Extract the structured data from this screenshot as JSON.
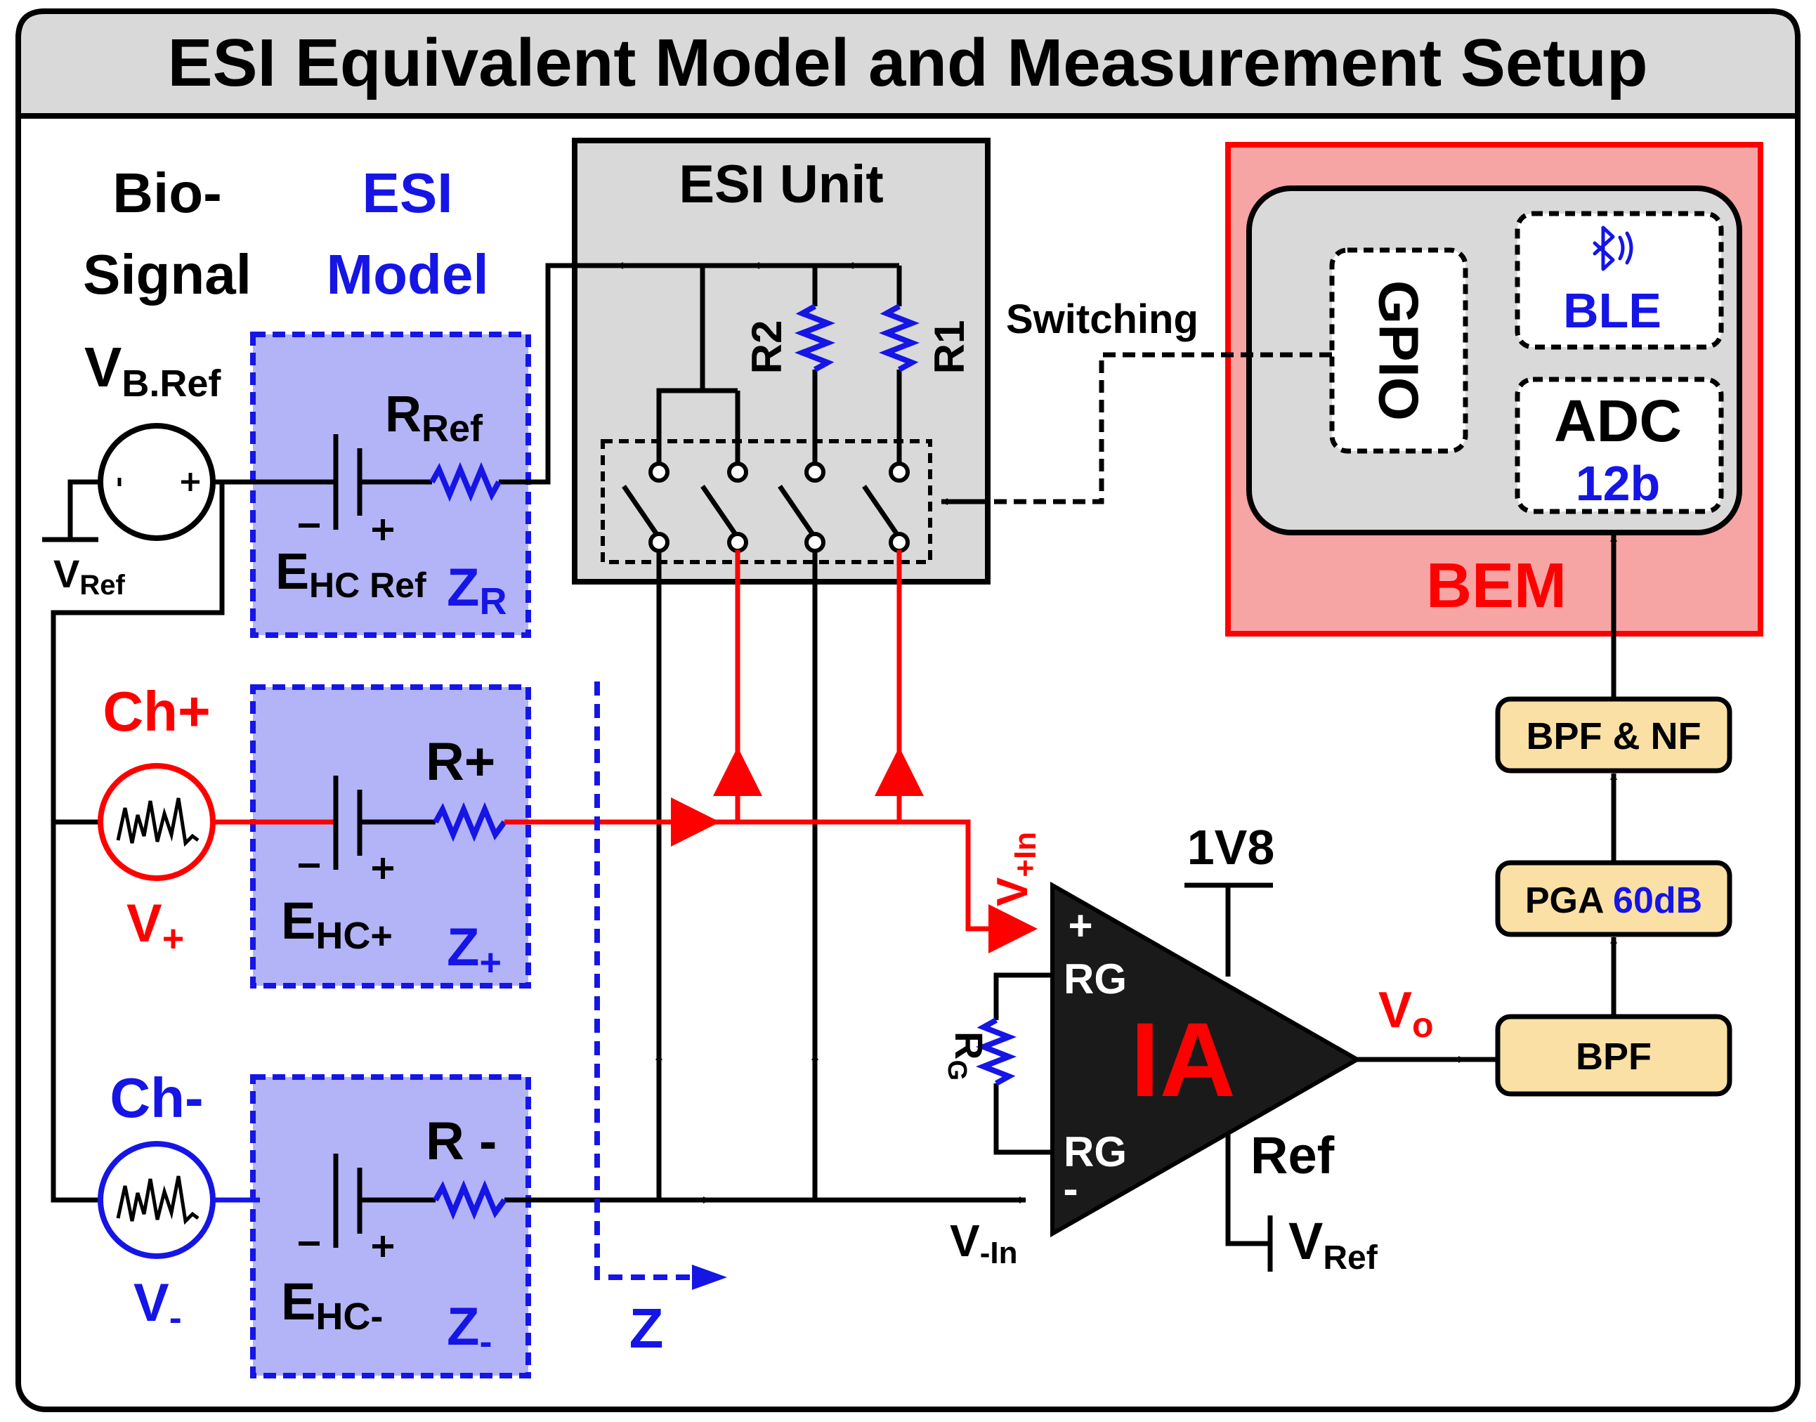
{
  "title": "ESI Equivalent Model and Measurement Setup",
  "columns": {
    "bio_signal_line1": "Bio-",
    "bio_signal_line2": "Signal",
    "esi_model_line1": "ESI",
    "esi_model_line2": "Model"
  },
  "reference_branch": {
    "source_main": "V",
    "source_sub": "B.Ref",
    "ground_main": "V",
    "ground_sub": "Ref",
    "resistor_main": "R",
    "resistor_sub": "Ref",
    "halfcell_main": "E",
    "halfcell_sub": "HC Ref",
    "impedance_main": "Z",
    "impedance_sub": "R"
  },
  "plus_branch": {
    "channel": "Ch+",
    "source_main": "V",
    "source_sub": "+",
    "resistor": "R+",
    "halfcell_main": "E",
    "halfcell_sub": "HC+",
    "impedance_main": "Z",
    "impedance_sub": "+"
  },
  "minus_branch": {
    "channel": "Ch-",
    "source_main": "V",
    "source_sub": "-",
    "resistor": "R -",
    "halfcell_main": "E",
    "halfcell_sub": "HC-",
    "impedance_main": "Z",
    "impedance_sub": "-"
  },
  "z_label": "Z",
  "esi_unit": {
    "title": "ESI Unit",
    "r1": "R1",
    "r2": "R2",
    "switching": "Switching"
  },
  "bem": {
    "label": "BEM",
    "gpio": "GPIO",
    "ble": "BLE",
    "adc": "ADC",
    "adc_bits": "12b"
  },
  "amplifier": {
    "label": "IA",
    "supply": "1V8",
    "plus_sign": "+",
    "minus_sign": "-",
    "rg_top": "RG",
    "rg_bottom": "RG",
    "rg_resistor_main": "R",
    "rg_resistor_sub": "G",
    "ref": "Ref",
    "ref_ground_main": "V",
    "ref_ground_sub": "Ref",
    "vin_plus_main": "V",
    "vin_plus_sub": "+In",
    "vin_minus_main": "V",
    "vin_minus_sub": "-In",
    "output_main": "V",
    "output_sub": "o"
  },
  "chain": {
    "bpf": "BPF",
    "pga": "PGA",
    "pga_gain": "60dB",
    "bpf_nf": "BPF & NF"
  },
  "colors": {
    "red": "#ff0000",
    "blue": "#1515e6",
    "model_fill": "#b3b3f7",
    "gray": "#d9d9d9",
    "bem_fill": "#f7a4a4",
    "block_fill": "#fbe0a5",
    "amp_fill": "#1a1a1a"
  }
}
